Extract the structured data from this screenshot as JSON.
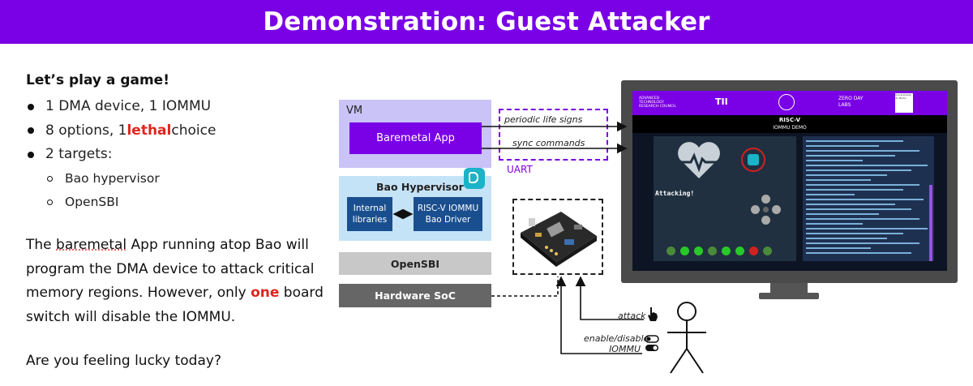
{
  "header": {
    "title": "Demonstration: Guest Attacker"
  },
  "intro": "Let’s play a game!",
  "bullets": [
    {
      "pre": "1 DMA device, 1 IOMMU",
      "em": "",
      "post": ""
    },
    {
      "pre": "8 options, 1 ",
      "em": "lethal",
      "post": " choice"
    },
    {
      "pre": "2 targets:",
      "em": "",
      "post": ""
    }
  ],
  "targets": [
    "Bao hypervisor",
    "OpenSBI"
  ],
  "paragraph": {
    "p1": "The ",
    "p2": "baremetal",
    "p3": " App running atop Bao will program the DMA device to attack critical memory regions. However, only ",
    "p4": "one",
    "p5": " board switch will disable the IOMMU."
  },
  "question": "Are you feeling lucky today?",
  "diagram": {
    "vm": "VM",
    "app": "Baremetal App",
    "hypervisor": "Bao Hypervisor",
    "internal": [
      "Internal",
      "libraries"
    ],
    "driver": [
      "RISC-V IOMMU",
      "Bao Driver"
    ],
    "opensbi": "OpenSBI",
    "soc": "Hardware SoC",
    "uart": "UART",
    "life_signs": "periodic life signs",
    "sync": "sync commands",
    "attack": "attack",
    "enable": [
      "enable/disable",
      "IOMMU"
    ]
  },
  "monitor": {
    "banner_title": "RISC-V",
    "banner_sub": "IOMMU DEMO",
    "attacking": "Attacking!",
    "logos": [
      "ADVANCED TECHNOLOGY RESEARCH COUNCIL",
      "TII",
      "",
      "ZERO DAY LABS",
      "Universidade do Minho"
    ]
  },
  "colors": {
    "accent": "#7a00e6",
    "lethal": "#e0241f",
    "vm_bg": "#c9c3f7",
    "app": "#7a00e6",
    "hyp_bg": "#c5e3f7",
    "driver": "#1a4f8f",
    "opensbi": "#c8c8c8",
    "soc": "#666666"
  }
}
